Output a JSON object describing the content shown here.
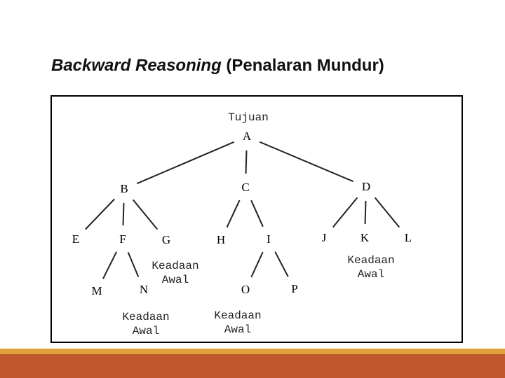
{
  "title": {
    "italic": "Backward Reasoning",
    "rest": " (Penalaran Mundur)"
  },
  "diagram": {
    "nodes": {
      "A": "A",
      "B": "B",
      "C": "C",
      "D": "D",
      "E": "E",
      "F": "F",
      "G": "G",
      "H": "H",
      "I": "I",
      "J": "J",
      "K": "K",
      "L": "L",
      "M": "M",
      "N": "N",
      "O": "O",
      "P": "P"
    },
    "labels": {
      "goal": "Tujuan",
      "initial_g": "Keadaan\nAwal",
      "initial_n": "Keadaan\nAwal",
      "initial_o": "Keadaan\nAwal",
      "initial_k": "Keadaan\nAwal"
    },
    "edges": [
      [
        "A",
        "B"
      ],
      [
        "A",
        "C"
      ],
      [
        "A",
        "D"
      ],
      [
        "B",
        "E"
      ],
      [
        "B",
        "F"
      ],
      [
        "B",
        "G"
      ],
      [
        "C",
        "H"
      ],
      [
        "C",
        "I"
      ],
      [
        "D",
        "J"
      ],
      [
        "D",
        "K"
      ],
      [
        "D",
        "L"
      ],
      [
        "F",
        "M"
      ],
      [
        "F",
        "N"
      ],
      [
        "I",
        "O"
      ],
      [
        "I",
        "P"
      ]
    ]
  },
  "colors": {
    "accent_gold": "#e0a33b",
    "accent_rust": "#c0582b"
  }
}
